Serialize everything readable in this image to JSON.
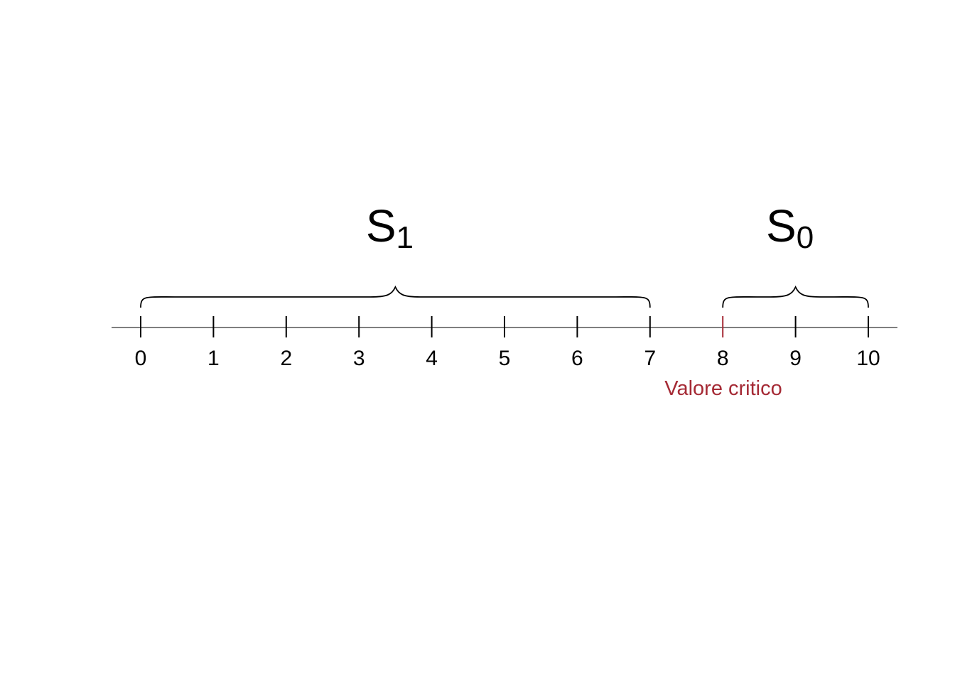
{
  "number_line": {
    "min": 0,
    "max": 10,
    "ticks": [
      "0",
      "1",
      "2",
      "3",
      "4",
      "5",
      "6",
      "7",
      "8",
      "9",
      "10"
    ],
    "critical_value": 8,
    "critical_label": "Valore critico",
    "critical_color": "#a52a35",
    "axis_color": "#555555",
    "tick_color": "#000000"
  },
  "regions": [
    {
      "name": "S",
      "subscript": "1",
      "from": 0,
      "to": 7
    },
    {
      "name": "S",
      "subscript": "0",
      "from": 8,
      "to": 10
    }
  ]
}
